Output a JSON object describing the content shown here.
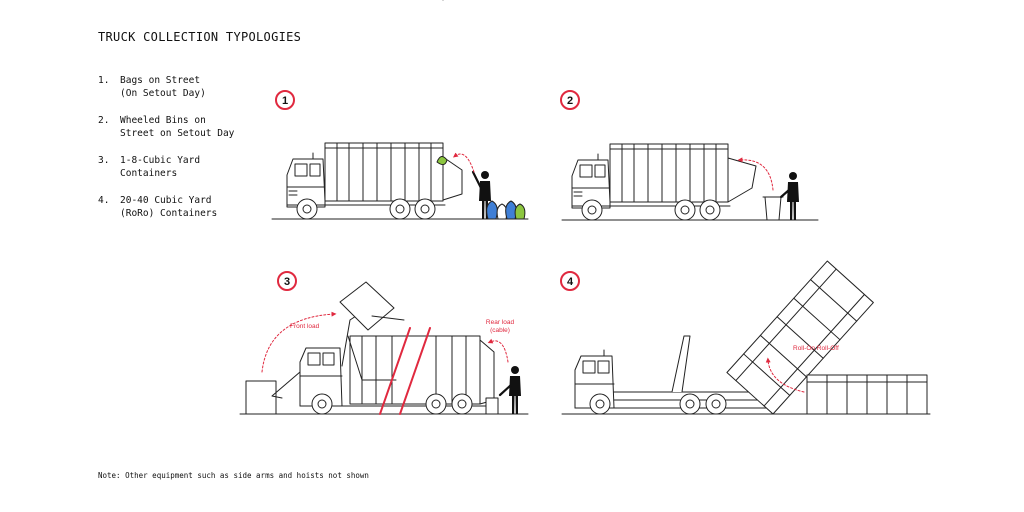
{
  "title": "TRUCK COLLECTION TYPOLOGIES",
  "legend": [
    {
      "number": "1.",
      "line1": "Bags on Street",
      "line2": "(On Setout Day)"
    },
    {
      "number": "2.",
      "line1": "Wheeled Bins on",
      "line2": "Street on Setout Day"
    },
    {
      "number": "3.",
      "line1": "1-8-Cubic Yard",
      "line2": "Containers"
    },
    {
      "number": "4.",
      "line1": "20-40 Cubic Yard",
      "line2": "(RoRo) Containers"
    }
  ],
  "badges": [
    "1",
    "2",
    "3",
    "4"
  ],
  "labels": {
    "front_load": "Front load",
    "rear_load_1": "Rear load",
    "rear_load_2": "(cable)",
    "roll_on_roll_off": "Roll-On Roll-Off"
  },
  "note": "Note: Other equipment such as side arms and hoists not shown",
  "colors": {
    "accent": "#e0293f",
    "line": "#222222",
    "bag_blue": "#3f7fd6",
    "bag_green": "#8cc63f"
  }
}
